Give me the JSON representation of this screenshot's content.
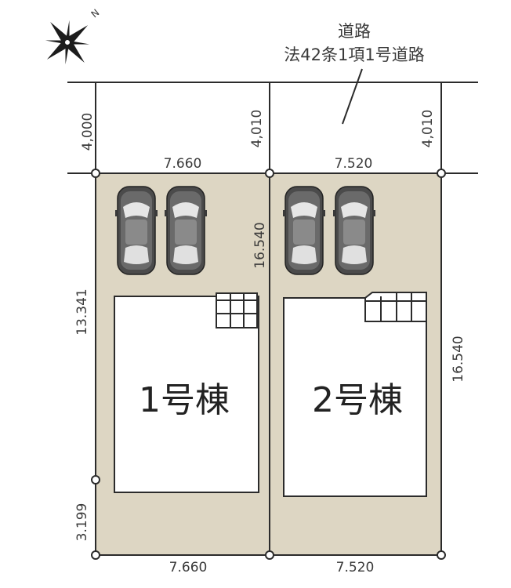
{
  "road": {
    "line1": "道路",
    "line2": "法42条1項1号道路"
  },
  "compass": {
    "north_label": "N",
    "icon": "compass-star-icon"
  },
  "road_widths": {
    "left": "4,000",
    "middle": "4,010",
    "right": "4,010"
  },
  "frontage": {
    "lot1": "7.660",
    "lot2": "7.520"
  },
  "rear": {
    "lot1": "7.660",
    "lot2": "7.520"
  },
  "depth": {
    "lot1_upper": "13.341",
    "lot1_lower": "3.199",
    "shared": "16.540",
    "lot2_right": "16.540"
  },
  "buildings": {
    "lot1": "1号棟",
    "lot2": "2号棟"
  },
  "colors": {
    "lot_fill": "#ddd6c3",
    "line": "#2b2b2b",
    "building_fill": "#ffffff"
  }
}
